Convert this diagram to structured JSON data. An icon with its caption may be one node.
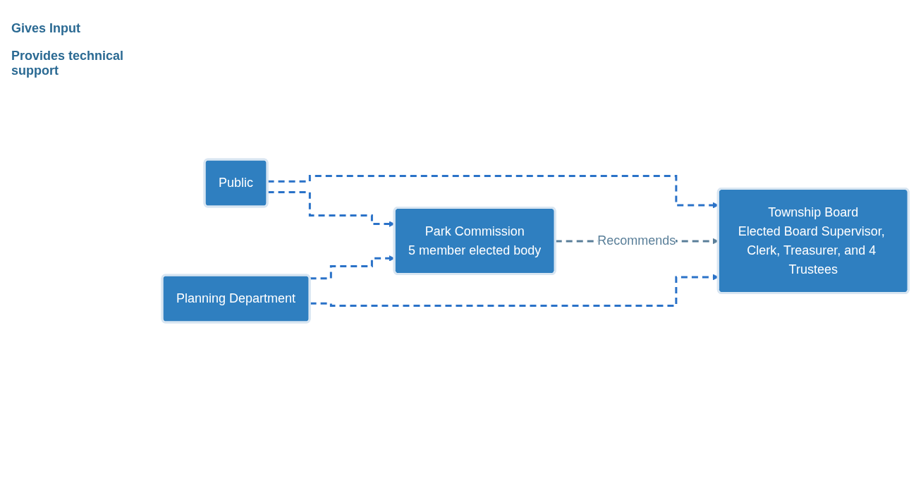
{
  "diagram": {
    "nodes": [
      {
        "text": [
          "Township Board",
          "Elected Board Supervisor, Clerk, Treasurer, and 4 Trustees"
        ]
      },
      {
        "text": [
          "Public"
        ]
      },
      {
        "text": [
          "Park Commission",
          "5 member elected body"
        ]
      },
      {
        "text": [
          "Planning Department"
        ]
      }
    ],
    "edges": [
      {
        "from": 1,
        "to": 0,
        "arrow": "to",
        "style": "dashed"
      },
      {
        "from": 1,
        "to": 2,
        "arrow": "to",
        "style": "dashed"
      },
      {
        "from": 2,
        "to": 0,
        "arrow": "to",
        "style": "dashed",
        "label": "Recommends",
        "color": "#5a7f99"
      },
      {
        "from": 3,
        "to": 0,
        "arrow": "to",
        "style": "dashed"
      },
      {
        "from": 3,
        "to": 2,
        "arrow": "to",
        "style": "dashed"
      }
    ],
    "labels": [
      "Gives Input",
      "Provides technical support"
    ]
  }
}
